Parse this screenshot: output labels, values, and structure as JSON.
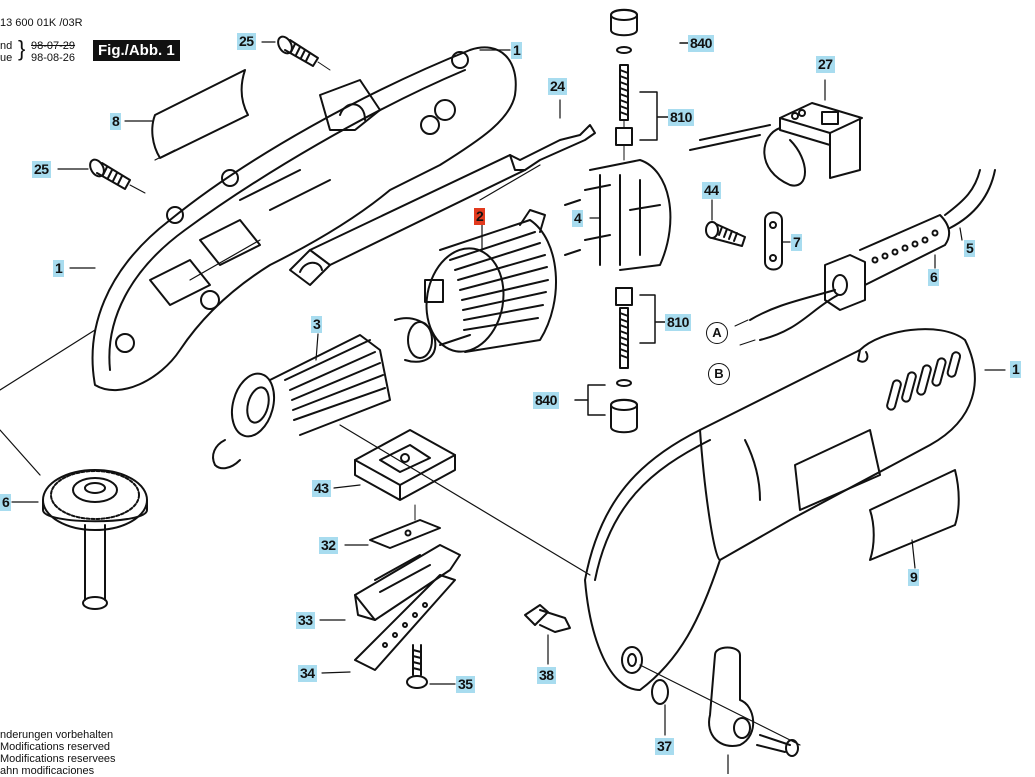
{
  "header": {
    "part_number": "13 600 01K /03R",
    "stand_label": "nd",
    "issue_label": "ue",
    "stand_date_old": "98-07-29",
    "issue_date": "98-08-26",
    "figure_label": "Fig./Abb. 1"
  },
  "footer": {
    "lines": [
      "nderungen vorbehalten",
      "Modifications reserved",
      "Modifications reservees",
      "ahn modificaciones"
    ]
  },
  "labels": [
    {
      "id": "lbl-25-top",
      "text": "25",
      "highlight": "blue"
    },
    {
      "id": "lbl-1-top",
      "text": "1",
      "highlight": "blue"
    },
    {
      "id": "lbl-8",
      "text": "8",
      "highlight": "blue"
    },
    {
      "id": "lbl-25-left",
      "text": "25",
      "highlight": "blue"
    },
    {
      "id": "lbl-1-left",
      "text": "1",
      "highlight": "blue"
    },
    {
      "id": "lbl-24",
      "text": "24",
      "highlight": "blue"
    },
    {
      "id": "lbl-2",
      "text": "2",
      "highlight": "red"
    },
    {
      "id": "lbl-4",
      "text": "4",
      "highlight": "blue"
    },
    {
      "id": "lbl-840-top",
      "text": "840",
      "highlight": "blue"
    },
    {
      "id": "lbl-810-top",
      "text": "810",
      "highlight": "blue"
    },
    {
      "id": "lbl-27",
      "text": "27",
      "highlight": "blue"
    },
    {
      "id": "lbl-44",
      "text": "44",
      "highlight": "blue"
    },
    {
      "id": "lbl-7",
      "text": "7",
      "highlight": "blue"
    },
    {
      "id": "lbl-5",
      "text": "5",
      "highlight": "blue"
    },
    {
      "id": "lbl-6-right",
      "text": "6",
      "highlight": "blue"
    },
    {
      "id": "lbl-3",
      "text": "3",
      "highlight": "blue"
    },
    {
      "id": "lbl-810-bottom",
      "text": "810",
      "highlight": "blue"
    },
    {
      "id": "lbl-840-bottom",
      "text": "840",
      "highlight": "blue"
    },
    {
      "id": "lbl-1-right",
      "text": "1",
      "highlight": "blue"
    },
    {
      "id": "lbl-6-left",
      "text": "6",
      "highlight": "blue"
    },
    {
      "id": "lbl-43",
      "text": "43",
      "highlight": "blue"
    },
    {
      "id": "lbl-32",
      "text": "32",
      "highlight": "blue"
    },
    {
      "id": "lbl-9",
      "text": "9",
      "highlight": "blue"
    },
    {
      "id": "lbl-33",
      "text": "33",
      "highlight": "blue"
    },
    {
      "id": "lbl-34",
      "text": "34",
      "highlight": "blue"
    },
    {
      "id": "lbl-35",
      "text": "35",
      "highlight": "blue"
    },
    {
      "id": "lbl-38",
      "text": "38",
      "highlight": "blue"
    },
    {
      "id": "lbl-37",
      "text": "37",
      "highlight": "blue"
    }
  ],
  "connectors": {
    "a": "A",
    "b": "B"
  },
  "colors": {
    "label_blue": "#a8dcef",
    "label_red": "#e23a1e",
    "line": "#111111"
  }
}
